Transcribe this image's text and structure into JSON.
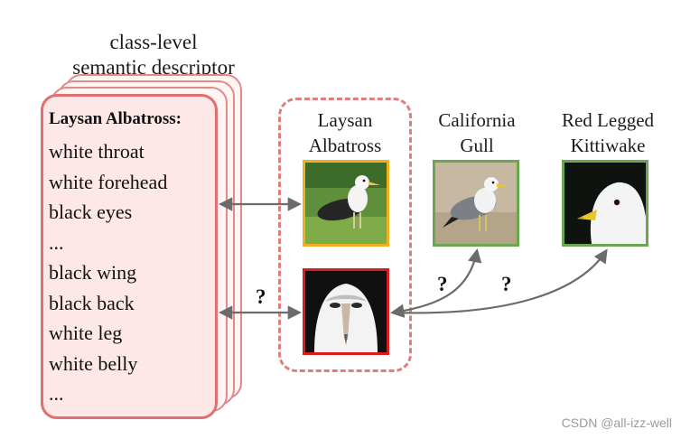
{
  "descriptor": {
    "title_line1": "class-level",
    "title_line2": "semantic descriptor",
    "heading": "Laysan Albatross:",
    "attributes": [
      "white throat",
      "white forehead",
      "black eyes",
      "...",
      "black wing",
      "black back",
      "white leg",
      "white belly",
      "..."
    ]
  },
  "birds": {
    "laysan": {
      "label_line1": "Laysan",
      "label_line2": "Albatross",
      "frame_color": "#f2b01e"
    },
    "query": {
      "frame_color": "#d91c1c"
    },
    "california": {
      "label_line1": "California",
      "label_line2": "Gull",
      "frame_color": "#6aa84f"
    },
    "kittiwake": {
      "label_line1": "Red Legged",
      "label_line2": "Kittiwake",
      "frame_color": "#6aa84f"
    }
  },
  "question_marks": {
    "left": "?",
    "middle_a": "?",
    "middle_b": "?"
  },
  "colors": {
    "card_border": "#e06f6f",
    "card_fill": "#fde7e7",
    "dash_border": "#e07e7e",
    "arrow": "#6b6b6b"
  },
  "watermark": "CSDN @all-izz-well"
}
